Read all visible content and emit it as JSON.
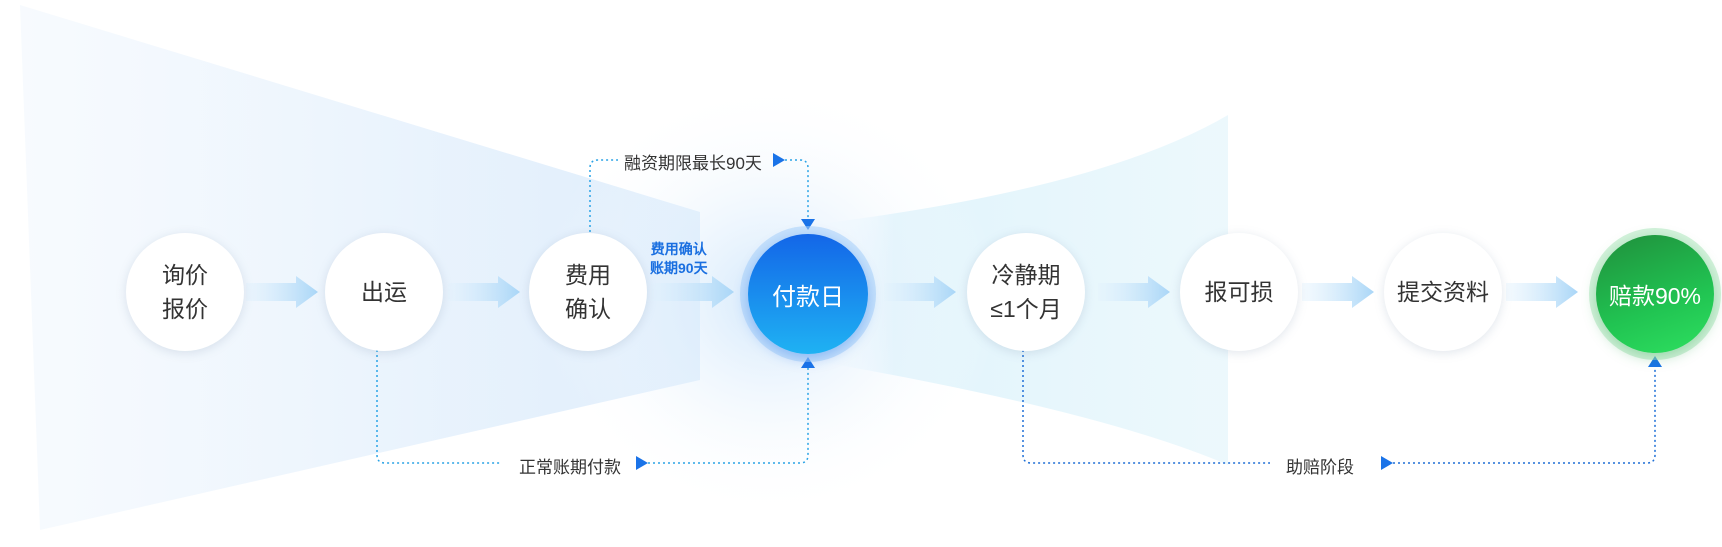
{
  "nodes": [
    {
      "line1": "询价",
      "line2": "报价"
    },
    {
      "line1": "出运"
    },
    {
      "line1": "费用",
      "line2": "确认"
    },
    {
      "line1": "付款日"
    },
    {
      "line1": "冷静期",
      "line2": "≤1个月"
    },
    {
      "line1": "报可损"
    },
    {
      "line1": "提交资料"
    },
    {
      "line1": "赔款90%"
    }
  ],
  "annotations": {
    "top_loop": "融资期限最长90天",
    "fee_note_line1": "费用确认",
    "fee_note_line2": "账期90天",
    "bottom_left": "正常账期付款",
    "bottom_right": "助赔阶段"
  },
  "colors": {
    "primary_blue": "#1366e8",
    "light_blue": "#1fb2f3",
    "green": "#21c452",
    "arrow": "#bfe2fb",
    "dotted_line": "#2b8be6"
  },
  "icons": [
    "arrow-right-icon",
    "triangle-right-icon",
    "triangle-up-icon",
    "triangle-down-icon"
  ]
}
